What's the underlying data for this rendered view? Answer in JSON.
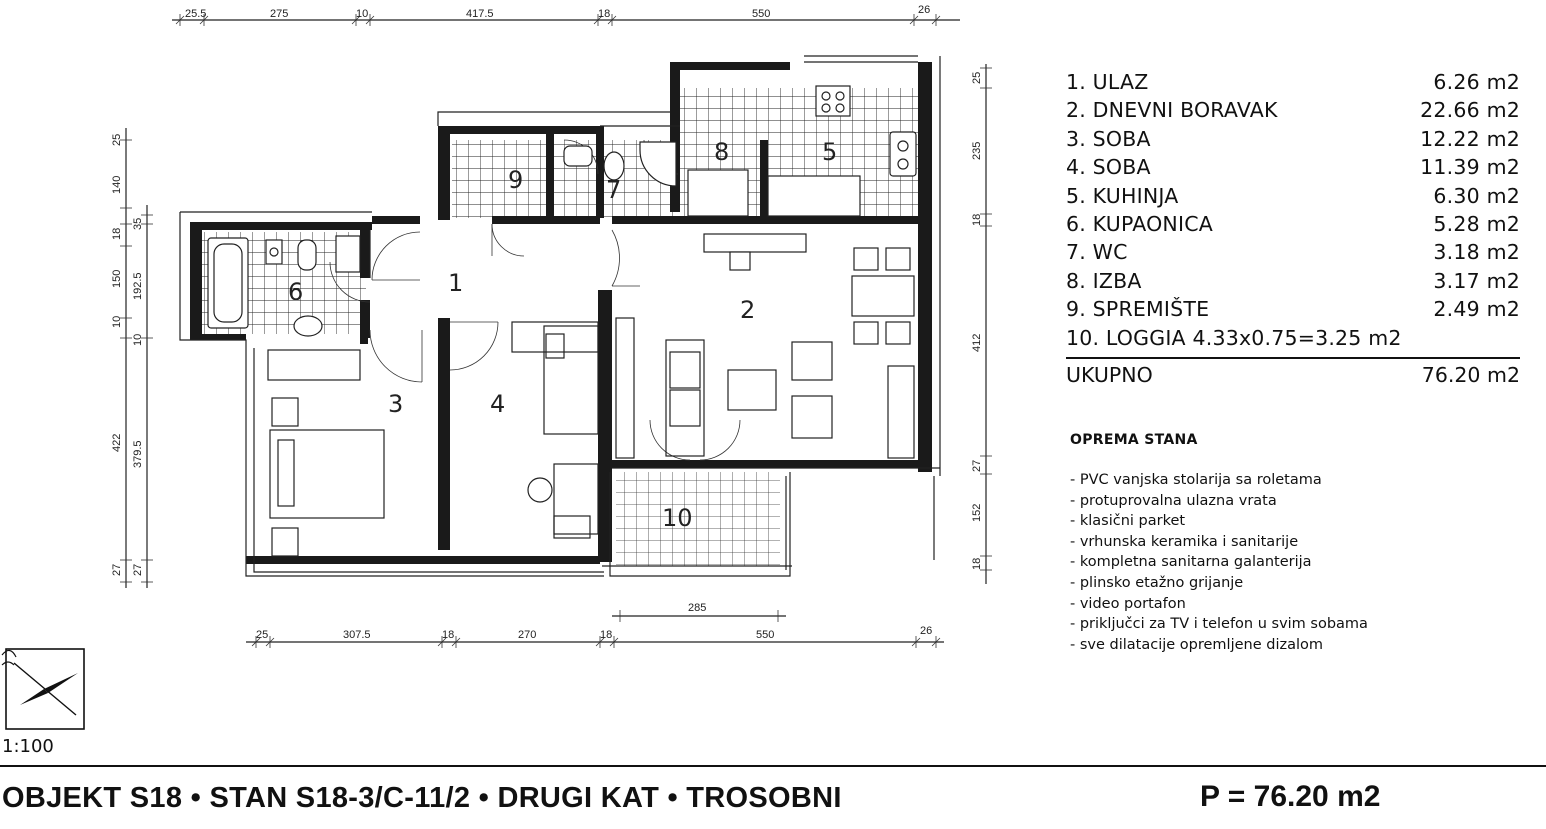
{
  "plan": {
    "top_dimensions": [
      "25.5",
      "275",
      "10",
      "417.5",
      "18",
      "550",
      "26"
    ],
    "bottom_dimensions": [
      "25",
      "307.5",
      "18",
      "270",
      "18",
      "550",
      "26"
    ],
    "loggia_dimension": "285",
    "left_dimensions": [
      "25",
      "140",
      "18",
      "35",
      "150",
      "192.5",
      "10",
      "10",
      "422",
      "379.5",
      "27",
      "27"
    ],
    "right_dimensions": [
      "25",
      "235",
      "18",
      "412",
      "27",
      "152",
      "18"
    ],
    "room_numbers": [
      "1",
      "2",
      "3",
      "4",
      "5",
      "6",
      "7",
      "8",
      "9",
      "10"
    ]
  },
  "legend": {
    "rooms": [
      {
        "label": "1. ULAZ",
        "area": "6.26 m2"
      },
      {
        "label": "2. DNEVNI BORAVAK",
        "area": "22.66 m2"
      },
      {
        "label": "3. SOBA",
        "area": "12.22 m2"
      },
      {
        "label": "4. SOBA",
        "area": "11.39 m2"
      },
      {
        "label": "5. KUHINJA",
        "area": "6.30 m2"
      },
      {
        "label": "6. KUPAONICA",
        "area": "5.28 m2"
      },
      {
        "label": "7. WC",
        "area": "3.18 m2"
      },
      {
        "label": "8. IZBA",
        "area": "3.17 m2"
      },
      {
        "label": "9. SPREMIŠTE",
        "area": "2.49 m2"
      },
      {
        "label": "10. LOGGIA 4.33x0.75=3.25 m2",
        "area": ""
      }
    ],
    "total_label": "UKUPNO",
    "total_area": "76.20 m2"
  },
  "equipment": {
    "title": "OPREMA STANA",
    "items": [
      "- PVC vanjska stolarija sa roletama",
      "- protuprovalna ulazna vrata",
      "- klasični parket",
      "- vrhunska keramika i sanitarije",
      "- kompletna sanitarna galanterija",
      "- plinsko etažno grijanje",
      "- video portafon",
      "- priključci za TV i telefon u svim sobama",
      "- sve dilatacije opremljene dizalom"
    ]
  },
  "scale": "1:100",
  "footer": {
    "left": "OBJEKT S18 • STAN S18-3/C-11/2 • DRUGI KAT • TROSOBNI",
    "right": "P = 76.20 m2"
  }
}
